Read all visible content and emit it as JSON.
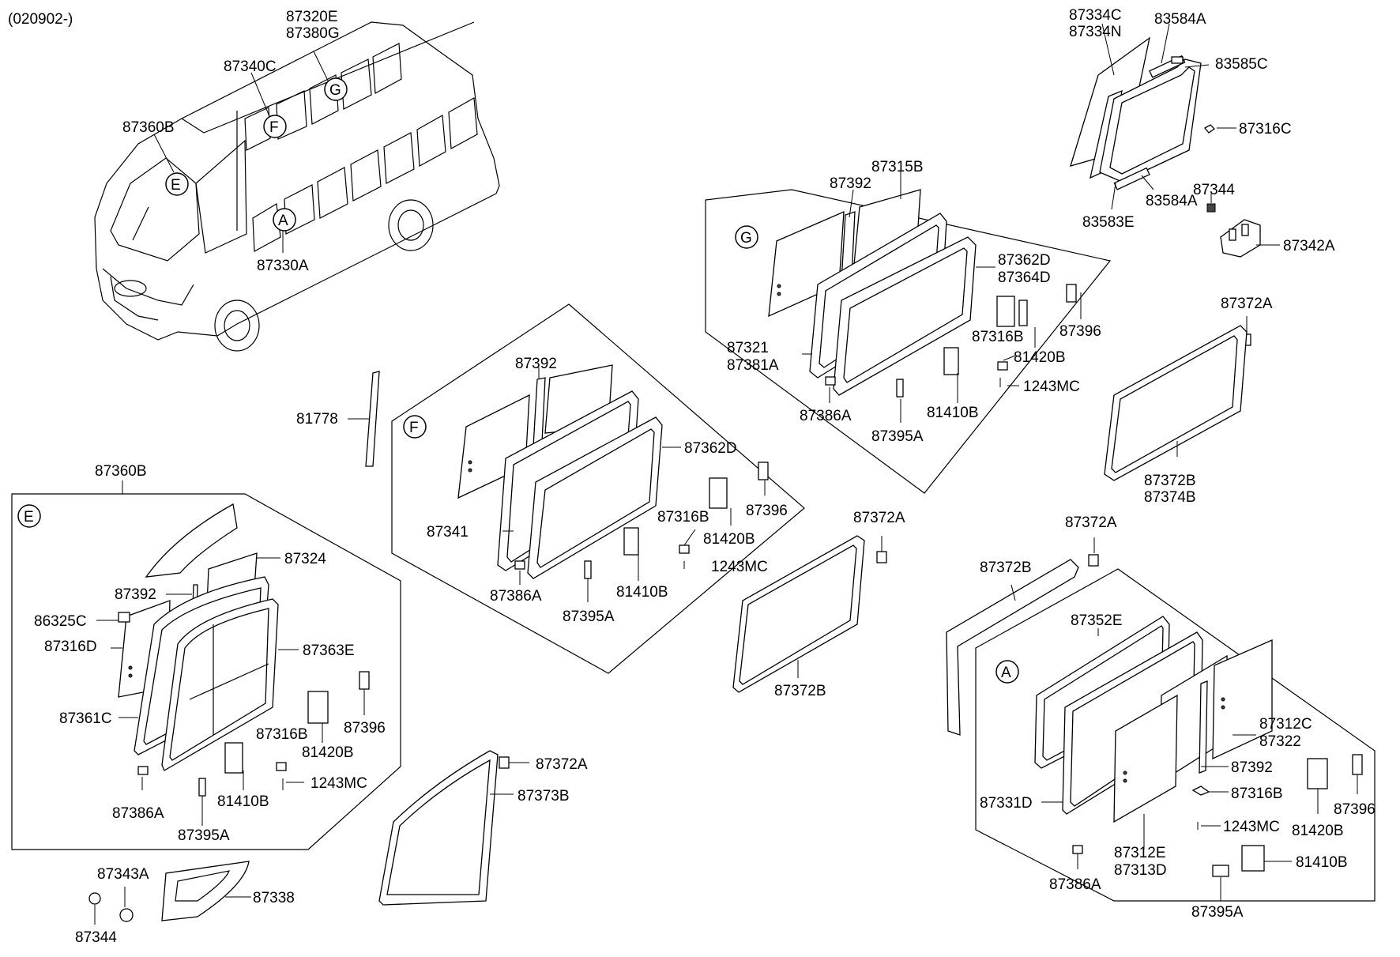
{
  "header": {
    "date_code": "(020902-)"
  },
  "callouts": {
    "E": "E",
    "F": "F",
    "G": "G",
    "A": "A"
  },
  "van": {
    "labels": [
      "87320E",
      "87380G",
      "87340C",
      "87360B",
      "87330A"
    ]
  },
  "top_right": {
    "labels": [
      "87334C",
      "87334N",
      "83584A",
      "83585C",
      "87316C",
      "83584A",
      "83583E",
      "87344",
      "87342A",
      "87372A",
      "87372B",
      "87374B"
    ]
  },
  "group_g": {
    "labels": [
      "87315B",
      "87392",
      "87362D",
      "87364D",
      "87396",
      "87316B",
      "81420B",
      "87321",
      "87381A",
      "1243MC",
      "87386A",
      "81410B",
      "87395A"
    ]
  },
  "group_f": {
    "labels": [
      "87392",
      "81778",
      "87362D",
      "87316B",
      "87396",
      "87341",
      "81420B",
      "1243MC",
      "87386A",
      "81410B",
      "87395A"
    ]
  },
  "group_e": {
    "labels": [
      "87360B",
      "87324",
      "87392",
      "86325C",
      "87316D",
      "87363E",
      "87396",
      "87316B",
      "87361C",
      "81420B",
      "1243MC",
      "87386A",
      "81410B",
      "87395A"
    ]
  },
  "middle_parts": {
    "labels": [
      "87372A",
      "87372B",
      "87372A",
      "87373B",
      "87343A",
      "87338",
      "87344"
    ]
  },
  "group_a": {
    "labels": [
      "87372A",
      "87372B",
      "87352E",
      "87312C",
      "87322",
      "87392",
      "87316B",
      "87396",
      "87331D",
      "1243MC",
      "81420B",
      "87312E",
      "87313D",
      "81410B",
      "87386A",
      "87395A"
    ]
  }
}
